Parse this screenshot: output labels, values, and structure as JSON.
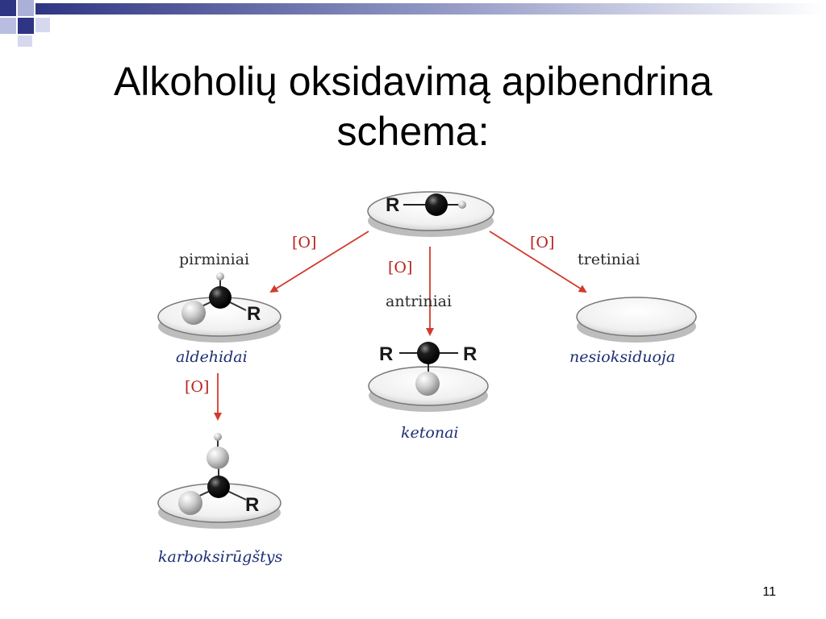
{
  "slide": {
    "title_line1": "Alkoholių oksidavimą apibendrina",
    "title_line2": "schema:",
    "page_number": "11"
  },
  "diagram": {
    "oxidant": "[O]",
    "group": "R",
    "start_label": "R",
    "primary": "pirminiai",
    "secondary": "antriniai",
    "tertiary": "tretiniai",
    "aldehydes": "aldehidai",
    "ketones": "ketonai",
    "no_oxidation": "nesioksiduoja",
    "carboxylic_acids": "karboksirūgštys"
  },
  "colors": {
    "arrow": "#d23a2c",
    "oxidant_text": "#b8241e",
    "product_text": "#1c2f73",
    "deco_navy": "#2e3683"
  }
}
